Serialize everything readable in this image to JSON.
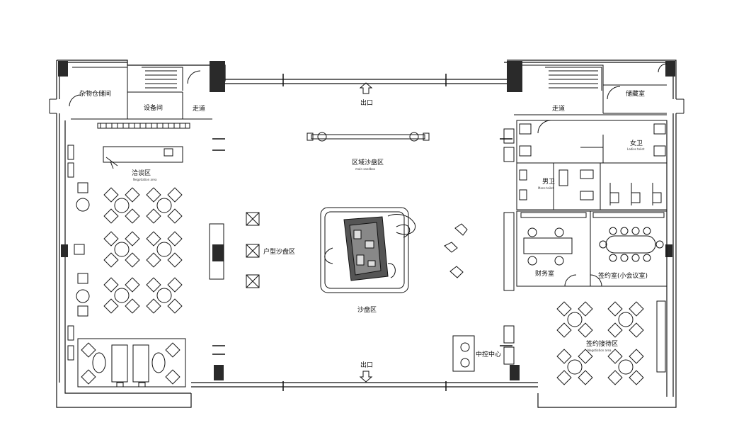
{
  "labels": {
    "misc_room": "杂物仓储间",
    "equipment": "设备间",
    "corridor_left": "走道",
    "corridor_right": "走道",
    "storage_right": "储藏室",
    "exit_top": "出口",
    "exit_bottom": "出口",
    "main_sand_table": "区域沙盘区",
    "main_sand_table_en": "main sandbox",
    "negotiation_left": "洽谈区",
    "negotiation_left_en": "Negotiation area",
    "unit_sand_table": "户型沙盘区",
    "sand_table": "沙盘区",
    "female_wc": "女卫",
    "female_wc_en": "Ladies toilet",
    "male_wc": "男卫",
    "male_wc_en": "Mens toilet",
    "finance_room": "财务室",
    "signing_room": "签约室(小会议室)",
    "signing_area": "签约接待区",
    "signing_area_en": "Negotiation area",
    "control_center": "中控中心"
  },
  "colors": {
    "line": "#111111",
    "wall_fill": "#2a2a2a",
    "background": "#ffffff"
  }
}
